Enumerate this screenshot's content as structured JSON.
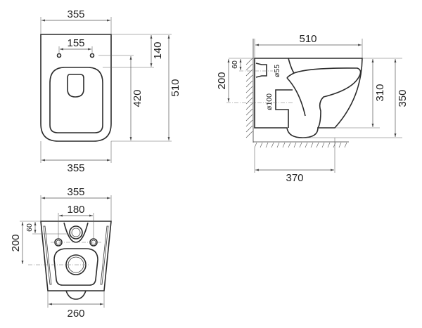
{
  "drawing": {
    "subject": "wall-hung toilet technical drawing",
    "units": "mm",
    "top_view": {
      "overall_width_top": "355",
      "overall_width_bottom": "355",
      "hinge_hole_spacing": "155",
      "hinge_to_seat_front": "140",
      "hinge_to_front_edge": "420",
      "overall_length": "510"
    },
    "side_view": {
      "overall_length": "510",
      "inlet_offset_from_top": "60",
      "outlet_height_from_top": "200",
      "inlet_diameter": "ø55",
      "outlet_diameter": "ø100",
      "bowl_height": "310",
      "overall_height": "350",
      "wall_to_bowl_bottom": "370"
    },
    "bottom_view": {
      "overall_width": "355",
      "bolt_spacing": "180",
      "bottom_width": "260",
      "inlet_offset_from_top": "60",
      "outlet_offset_from_top": "200"
    }
  }
}
